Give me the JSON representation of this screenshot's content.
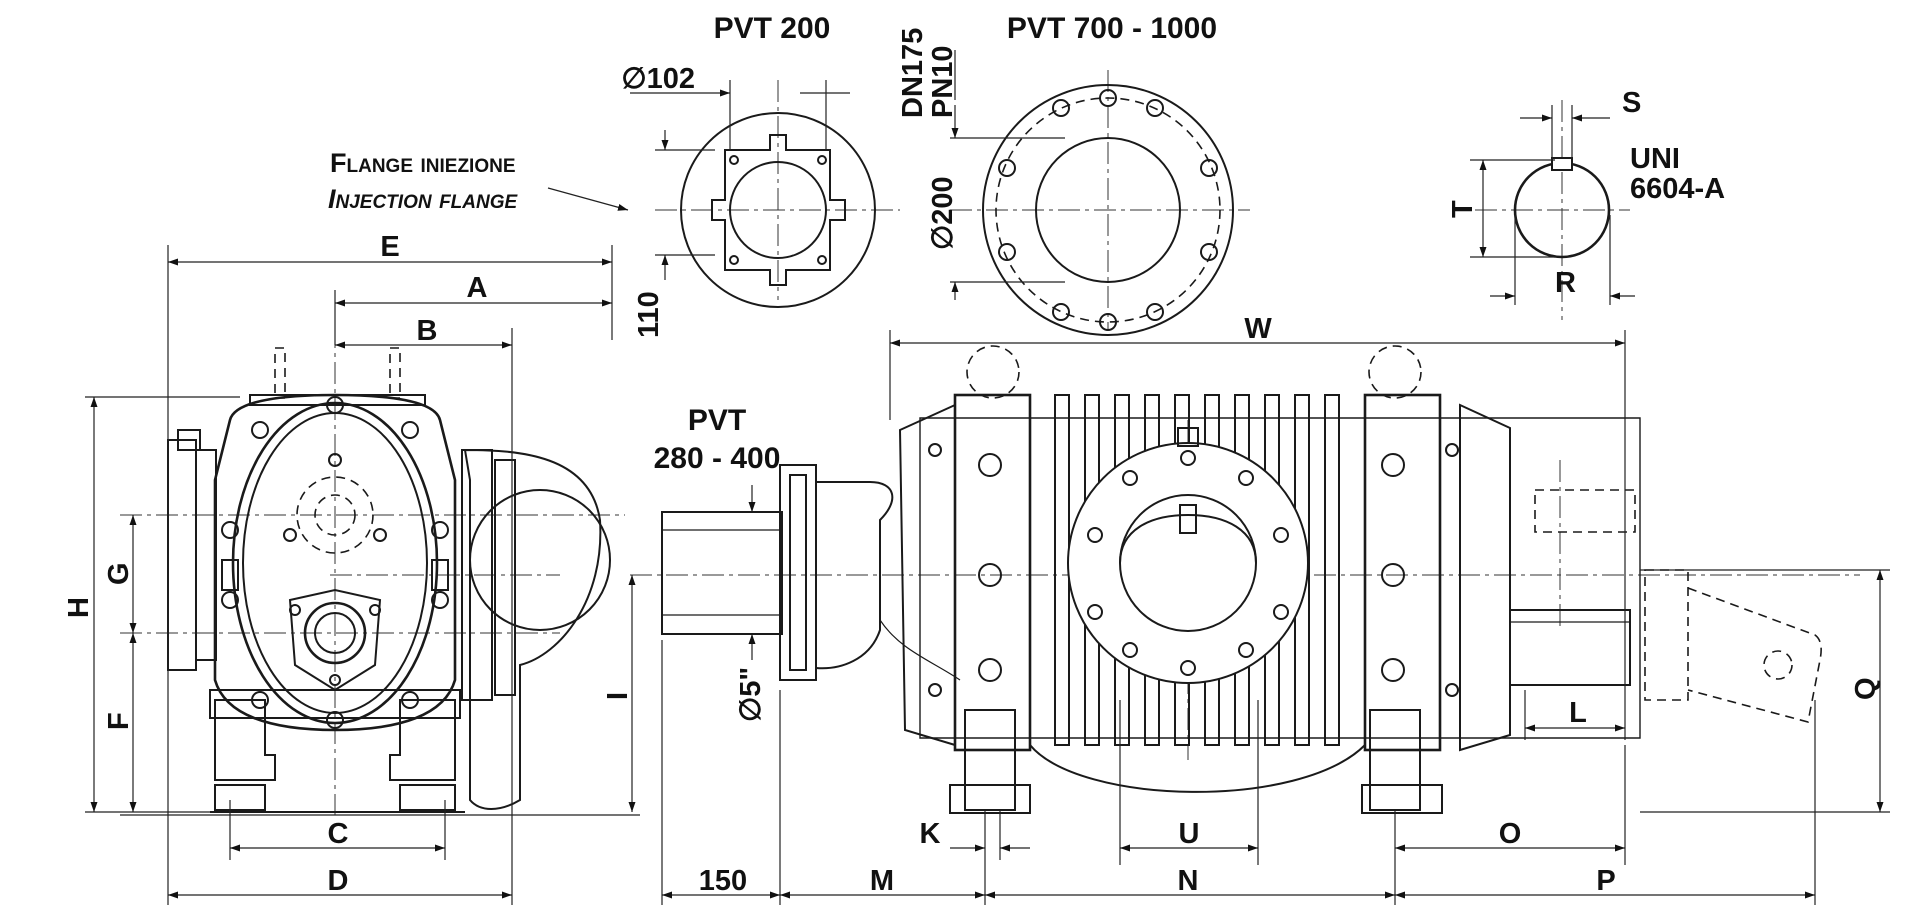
{
  "titles": {
    "pvt200": "PVT 200",
    "pvt700": "PVT 700 - 1000",
    "pvt280_line1": "PVT",
    "pvt280_line2": "280 - 400"
  },
  "flange_note": {
    "it": "Flange iniezione",
    "en": "Injection flange"
  },
  "flange200": {
    "dia": "∅102",
    "offset": "110"
  },
  "flange700": {
    "dn": "DN175",
    "pn": "PN10",
    "dia": "∅200"
  },
  "key": {
    "standard_1": "UNI",
    "standard_2": "6604-A",
    "s": "S",
    "t": "T",
    "r": "R"
  },
  "inlet_dia": "∅5\"",
  "dimensions": {
    "A": "A",
    "B": "B",
    "C": "C",
    "D": "D",
    "E": "E",
    "F": "F",
    "G": "G",
    "H": "H",
    "I": "I",
    "K": "K",
    "L": "L",
    "M": "M",
    "N": "N",
    "O": "O",
    "P": "P",
    "Q": "Q",
    "U": "U",
    "W": "W",
    "d150": "150"
  }
}
